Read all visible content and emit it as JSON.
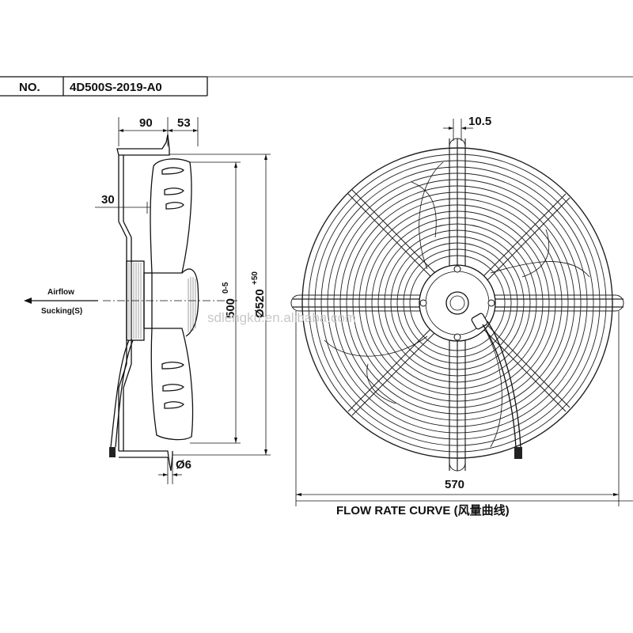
{
  "header": {
    "no_label": "NO.",
    "model": "4D500S-2019-A0"
  },
  "side_view": {
    "dim_depth_total": "90",
    "dim_depth_front": "53",
    "dim_offset": "30",
    "dim_blade_dia_main": "500",
    "dim_blade_dia_tol": "0-5",
    "dim_guard_dia_main": "Ø520",
    "dim_guard_dia_tol": "+50",
    "dim_hole": "Ø6"
  },
  "flow": {
    "airflow_label": "Airflow",
    "sucking_label": "Sucking(S)"
  },
  "front_view": {
    "dim_bar_width": "10.5",
    "dim_width": "570",
    "footer_text": "FLOW RATE CURVE (风量曲线)"
  },
  "watermark": "sdlengku.en.alibaba.com"
}
